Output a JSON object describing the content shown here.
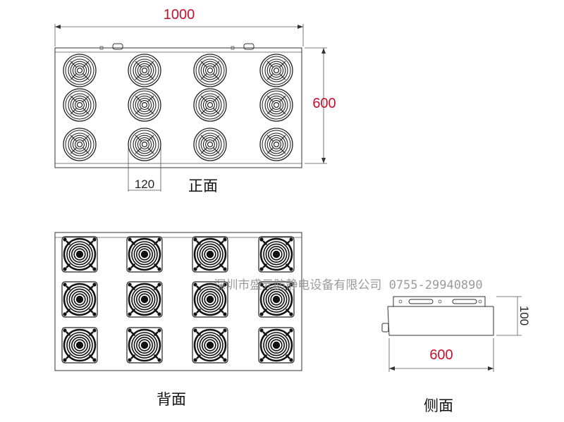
{
  "front_view": {
    "label": "正面",
    "width_dim": "1000",
    "height_dim": "600",
    "fan_dim": "120",
    "rows": 3,
    "cols": 4
  },
  "back_view": {
    "label": "背面",
    "rows": 3,
    "cols": 4
  },
  "side_view": {
    "label": "侧面",
    "width_dim": "600",
    "height_dim": "100"
  },
  "watermark": "深圳市盛元防静电设备有限公司 0755-29940890",
  "colors": {
    "dimension_red": "#c8102e",
    "line": "#333333"
  }
}
